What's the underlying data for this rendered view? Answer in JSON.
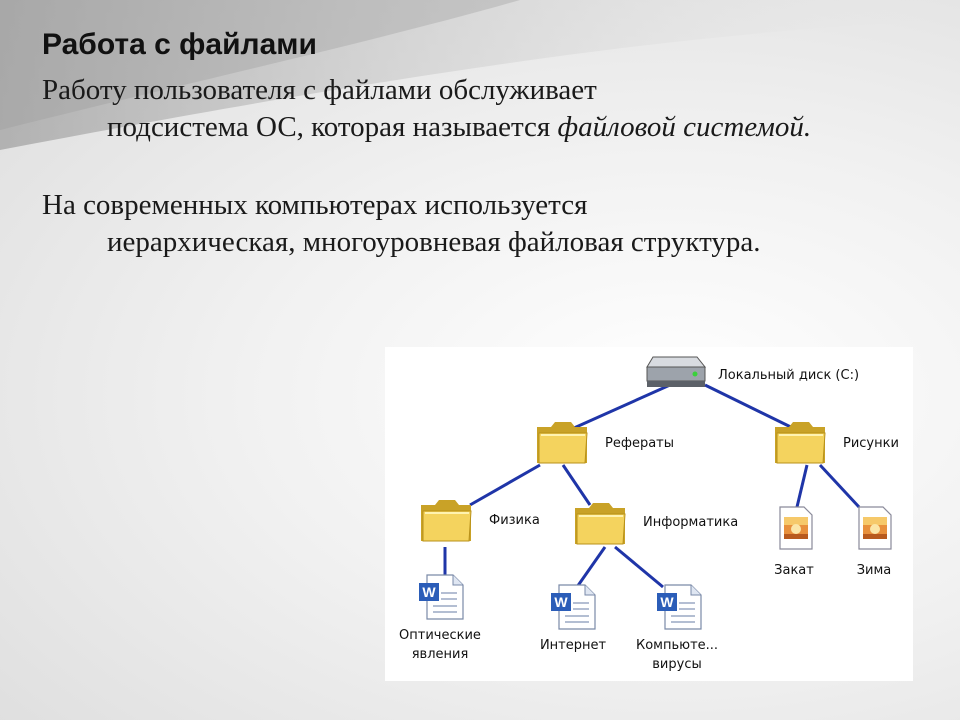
{
  "slide": {
    "title": "Работа с файлами",
    "para1": {
      "first": "Работу пользователя с файлами обслуживает",
      "rest_before": "подсистема ОС, которая называется ",
      "rest_italic": "файловой системой."
    },
    "para2": {
      "first": "На современных компьютерах используется",
      "rest": "иерархическая, многоуровневая файловая структура."
    }
  },
  "tree": {
    "root": {
      "label": "Локальный диск (C:)",
      "icon": "hard-drive-icon"
    },
    "folders": {
      "referaty": "Рефераты",
      "risunki": "Рисунки",
      "fizika": "Физика",
      "informatika": "Информатика"
    },
    "files": {
      "opticheskie": [
        "Оптические",
        "явления"
      ],
      "internet": "Интернет",
      "kompvirusy": [
        "Компьюте...",
        "вирусы"
      ],
      "zakat": "Закат",
      "zima": "Зима"
    },
    "colors": {
      "connector": "#1f35a8",
      "folder": "#f4d35e",
      "folder_dark": "#c9a227",
      "word_blue": "#2b5db8"
    }
  }
}
